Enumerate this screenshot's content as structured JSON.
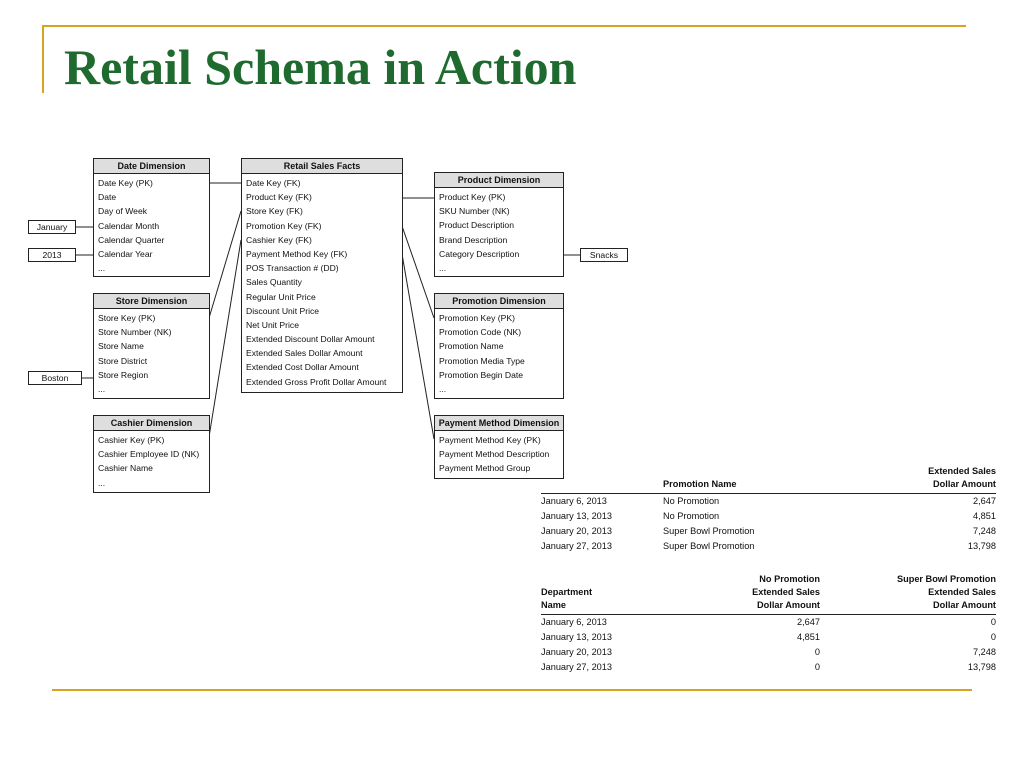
{
  "slide": {
    "title": "Retail Schema in Action"
  },
  "diagram": {
    "facts": {
      "title": "Retail Sales Facts",
      "fields": [
        "Date Key (FK)",
        "Product Key (FK)",
        "Store Key (FK)",
        "Promotion Key (FK)",
        "Cashier Key (FK)",
        "Payment Method Key (FK)",
        "POS Transaction # (DD)",
        "Sales Quantity",
        "Regular Unit Price",
        "Discount Unit Price",
        "Net Unit Price",
        "Extended Discount Dollar Amount",
        "Extended Sales Dollar Amount",
        "Extended Cost Dollar Amount",
        "Extended Gross Profit Dollar Amount"
      ]
    },
    "date_dimension": {
      "title": "Date Dimension",
      "fields": [
        "Date Key (PK)",
        "Date",
        "Day of Week",
        "Calendar Month",
        "Calendar Quarter",
        "Calendar Year",
        "..."
      ]
    },
    "store_dimension": {
      "title": "Store Dimension",
      "fields": [
        "Store Key (PK)",
        "Store Number (NK)",
        "Store Name",
        "Store District",
        "Store Region",
        "..."
      ]
    },
    "cashier_dimension": {
      "title": "Cashier Dimension",
      "fields": [
        "Cashier Key (PK)",
        "Cashier Employee ID (NK)",
        "Cashier Name",
        "..."
      ]
    },
    "product_dimension": {
      "title": "Product Dimension",
      "fields": [
        "Product Key (PK)",
        "SKU Number (NK)",
        "Product Description",
        "Brand Description",
        "Category Description",
        "..."
      ]
    },
    "promotion_dimension": {
      "title": "Promotion Dimension",
      "fields": [
        "Promotion Key (PK)",
        "Promotion Code (NK)",
        "Promotion Name",
        "Promotion Media Type",
        "Promotion Begin Date",
        "..."
      ]
    },
    "payment_method_dimension": {
      "title": "Payment Method Dimension",
      "fields": [
        "Payment Method Key (PK)",
        "Payment Method Description",
        "Payment Method Group"
      ]
    },
    "values": {
      "january": "January",
      "year": "2013",
      "boston": "Boston",
      "snacks": "Snacks"
    }
  },
  "report1": {
    "headers": {
      "col1": "",
      "col2": "Promotion Name",
      "col3_line1": "Extended Sales",
      "col3_line2": "Dollar Amount"
    },
    "rows": [
      [
        "January 6, 2013",
        "No Promotion",
        "2,647"
      ],
      [
        "January 13, 2013",
        "No Promotion",
        "4,851"
      ],
      [
        "January 20, 2013",
        "Super Bowl Promotion",
        "7,248"
      ],
      [
        "January 27, 2013",
        "Super Bowl Promotion",
        "13,798"
      ]
    ]
  },
  "report2": {
    "headers": {
      "col1_line1": "Department",
      "col1_line2": "Name",
      "col2_line1": "No Promotion",
      "col2_line2": "Extended Sales",
      "col2_line3": "Dollar Amount",
      "col3_line1": "Super Bowl Promotion",
      "col3_line2": "Extended Sales",
      "col3_line3": "Dollar Amount"
    },
    "rows": [
      [
        "January 6, 2013",
        "2,647",
        "0"
      ],
      [
        "January 13, 2013",
        "4,851",
        "0"
      ],
      [
        "January 20, 2013",
        "0",
        "7,248"
      ],
      [
        "January 27, 2013",
        "0",
        "13,798"
      ]
    ]
  },
  "colors": {
    "title": "#1f6b2f",
    "frame": "#d8a31e",
    "header_fill": "#dedede"
  }
}
